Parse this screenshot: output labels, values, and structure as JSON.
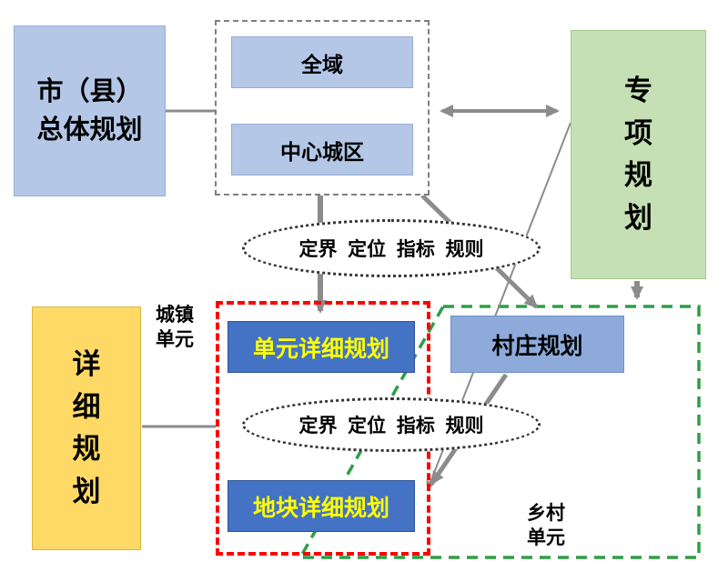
{
  "diagram": {
    "master_plan": "市（县）\n总体规划",
    "whole_area": "全域",
    "central_city": "中心城区",
    "special_plan": "专项规划",
    "rules_top": "定界  定位  指标  规则",
    "rules_bottom": "定界  定位  指标  规则",
    "detailed_plan": "详细规划",
    "urban_unit": "城镇\n单元",
    "unit_detailed_plan": "单元详细规划",
    "plot_detailed_plan": "地块详细规划",
    "village_plan": "村庄规划",
    "rural_unit": "乡村\n单元"
  },
  "colors": {
    "light_blue": "#b4c7e7",
    "strong_blue": "#4472c4",
    "village_blue": "#8eaadb",
    "light_green": "#c5e0b4",
    "yellow": "#ffd966",
    "highlight_text": "#ffff00",
    "urban_boundary_red": "#ff0000",
    "rural_boundary_green": "#2e9e46",
    "arrow_gray": "#8c8c8c"
  }
}
